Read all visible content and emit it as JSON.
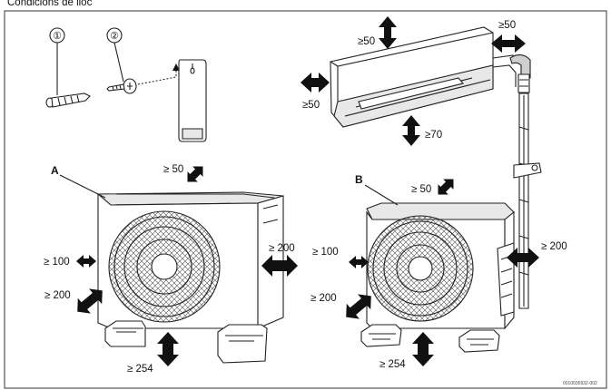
{
  "header_fragment": "Condicions de lloc",
  "callouts": [
    "①",
    "②"
  ],
  "unit_labels": {
    "outdoor_a": "A",
    "outdoor_b": "B"
  },
  "indoor_clearances": {
    "top": "≥50",
    "right": "≥50",
    "left": "≥50",
    "bottom": "≥70"
  },
  "outdoor_a_clearances": {
    "top": "≥ 50",
    "left_upper": "≥ 100",
    "left_lower": "≥ 200",
    "right": "≥ 200",
    "bottom": "≥ 254"
  },
  "outdoor_b_clearances": {
    "top": "≥ 50",
    "left_upper": "≥ 100",
    "left_lower": "≥ 200",
    "right": "≥ 200",
    "bottom": "≥ 254"
  },
  "figure_reference": "0010035932-002",
  "colors": {
    "line": "#222222",
    "frame": "#555555",
    "shade": "#e8e8e8",
    "background": "#ffffff"
  }
}
